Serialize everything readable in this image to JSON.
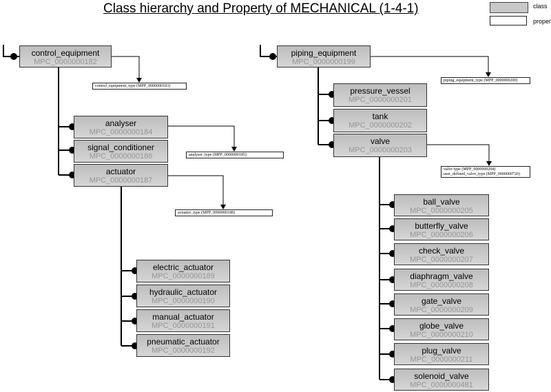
{
  "title": "Class hierarchy and Property of MECHANICAL (1-4-1)",
  "legend": {
    "class_label": "class",
    "property_label": "property"
  },
  "nodes": {
    "control_equipment": {
      "name": "control_equipment",
      "code": "MPC_0000000182"
    },
    "analyser": {
      "name": "analyser",
      "code": "MPC_0000000184"
    },
    "signal_conditioner": {
      "name": "signal_conditioner",
      "code": "MPC_0000000186"
    },
    "actuator": {
      "name": "actuator",
      "code": "MPC_0000000187"
    },
    "electric_actuator": {
      "name": "electric_actuator",
      "code": "MPC_0000000189"
    },
    "hydraulic_actuator": {
      "name": "hydraulic_actuator",
      "code": "MPC_0000000190"
    },
    "manual_actuator": {
      "name": "manual_actuator",
      "code": "MPC_0000000191"
    },
    "pneumatic_actuator": {
      "name": "pneumatic_actuator",
      "code": "MPC_0000000192"
    },
    "piping_equipment": {
      "name": "piping_equipment",
      "code": "MPC_0000000199"
    },
    "pressure_vessel": {
      "name": "pressure_vessel",
      "code": "MPC_0000000201"
    },
    "tank": {
      "name": "tank",
      "code": "MPC_0000000202"
    },
    "valve": {
      "name": "valve",
      "code": "MPC_0000000203"
    },
    "ball_valve": {
      "name": "ball_valve",
      "code": "MPC_0000000205"
    },
    "butterfly_valve": {
      "name": "butterfly_valve",
      "code": "MPC_0000000206"
    },
    "check_valve": {
      "name": "check_valve",
      "code": "MPC_0000000207"
    },
    "diaphragm_valve": {
      "name": "diaphragm_valve",
      "code": "MPC_0000000208"
    },
    "gate_valve": {
      "name": "gate_valve",
      "code": "MPC_0000000209"
    },
    "globe_valve": {
      "name": "globe_valve",
      "code": "MPC_0000000210"
    },
    "plug_valve": {
      "name": "plug_valve",
      "code": "MPC_0000000211"
    },
    "solenoid_valve": {
      "name": "solenoid_valve",
      "code": "MPC_0000000481"
    }
  },
  "properties": {
    "control_equipment_type": "control_equipment_type (MPP_0000000183)",
    "analyser_type": "analyser_type (MPP_0000000185)",
    "actuator_type": "actuator_type (MPP_0000000188)",
    "piping_equipment_type": "piping_equipment_type (MPP_0000000200)",
    "valve_type": "valve type (MPP_0000000204)",
    "user_defined_valve_type": "user_defined_valve_type (MPP_0000000720)"
  }
}
